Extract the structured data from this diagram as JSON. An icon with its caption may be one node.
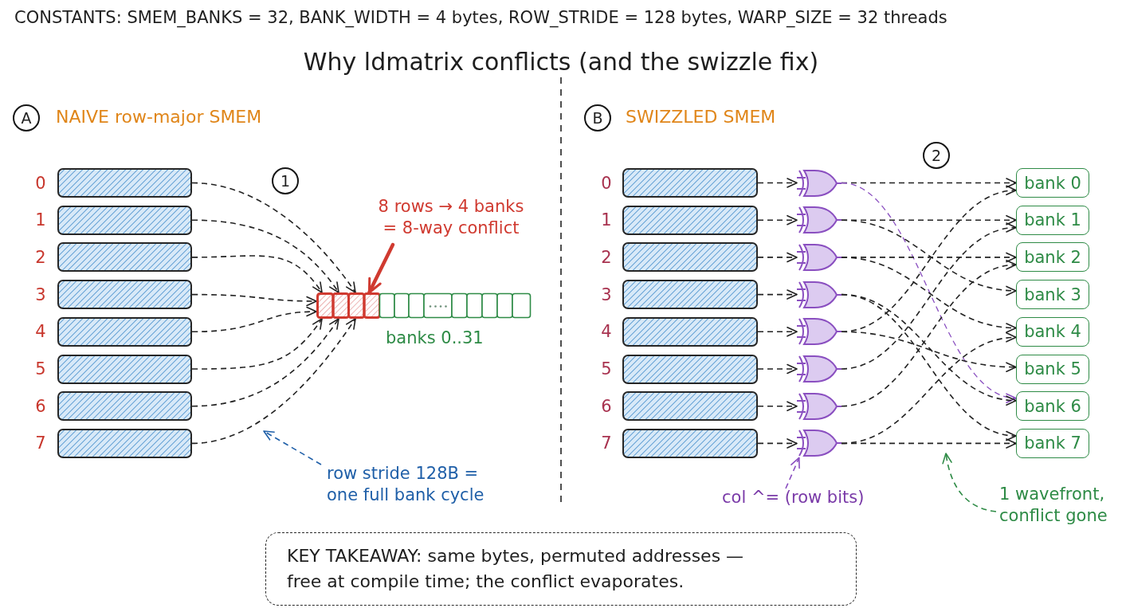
{
  "diagram": {
    "title": "Why ldmatrix conflicts (and the swizzle fix)",
    "nodes": [
      {
        "text": [
          "A"
        ]
      },
      {
        "text": [],
        "shape": "box",
        "beside": [
          "0"
        ]
      },
      {
        "text": [],
        "shape": "box",
        "beside": [
          "1"
        ]
      },
      {
        "text": [],
        "shape": "box",
        "beside": [
          "2"
        ]
      },
      {
        "text": [],
        "shape": "box",
        "beside": [
          "3"
        ]
      },
      {
        "text": [],
        "shape": "box",
        "beside": [
          "4"
        ]
      },
      {
        "text": [],
        "shape": "box",
        "beside": [
          "5"
        ]
      },
      {
        "text": [],
        "shape": "box",
        "beside": [
          "6"
        ]
      },
      {
        "text": [],
        "shape": "box",
        "beside": [
          "7"
        ]
      },
      {
        "text": [
          "1"
        ]
      },
      {
        "text": [
          "8 rows → 4 banks = 8-way conflict"
        ]
      },
      {
        "text": [],
        "shape": "bar",
        "beside": [
          "banks 0..31"
        ]
      },
      {
        "text": [
          "row stride 128B = one full bank cycle"
        ]
      },
      {
        "text": [
          "B"
        ]
      },
      {
        "text": [],
        "shape": "box",
        "beside": [
          "0"
        ]
      },
      {
        "text": [],
        "shape": "box",
        "beside": [
          "1"
        ]
      },
      {
        "text": [],
        "shape": "box",
        "beside": [
          "2"
        ]
      },
      {
        "text": [],
        "shape": "box",
        "beside": [
          "3"
        ]
      },
      {
        "text": [],
        "shape": "box",
        "beside": [
          "4"
        ]
      },
      {
        "text": [],
        "shape": "box",
        "beside": [
          "5"
        ]
      },
      {
        "text": [],
        "shape": "box",
        "beside": [
          "6"
        ]
      },
      {
        "text": [],
        "shape": "box",
        "beside": [
          "7"
        ]
      },
      {
        "text": [
          "2"
        ]
      },
      {
        "text": [],
        "shape": "gate"
      },
      {
        "text": [],
        "shape": "gate"
      },
      {
        "text": [],
        "shape": "gate"
      },
      {
        "text": [],
        "shape": "gate"
      },
      {
        "text": [],
        "shape": "gate"
      },
      {
        "text": [],
        "shape": "gate"
      },
      {
        "text": [],
        "shape": "gate"
      },
      {
        "text": [],
        "shape": "gate"
      },
      {
        "text": [
          "bank 0"
        ]
      },
      {
        "text": [
          "bank 1"
        ]
      },
      {
        "text": [
          "bank 2"
        ]
      },
      {
        "text": [
          "bank 3"
        ]
      },
      {
        "text": [
          "bank 4"
        ]
      },
      {
        "text": [
          "bank 5"
        ]
      },
      {
        "text": [
          "bank 6"
        ]
      },
      {
        "text": [
          "bank 7"
        ]
      },
      {
        "text": [
          "col ^= (row bits)"
        ]
      },
      {
        "text": [
          "1 wavefront, conflict gone"
        ]
      },
      {
        "text": [
          "KEY TAKEAWAY: same bytes, permuted addresses — free at compile time; the conflict evaporates."
        ]
      }
    ],
    "edges": [
      {
        "from": 1,
        "to": 11,
        "arrow": "to",
        "style": "dashed"
      },
      {
        "from": 2,
        "to": 11,
        "arrow": "to",
        "style": "dashed"
      },
      {
        "from": 3,
        "to": 11,
        "arrow": "to",
        "style": "dashed"
      },
      {
        "from": 4,
        "to": 11,
        "arrow": "to",
        "style": "dashed"
      },
      {
        "from": 5,
        "to": 11,
        "arrow": "to",
        "style": "dashed"
      },
      {
        "from": 6,
        "to": 11,
        "arrow": "to",
        "style": "dashed"
      },
      {
        "from": 7,
        "to": 11,
        "arrow": "to",
        "style": "dashed"
      },
      {
        "from": 8,
        "to": 11,
        "arrow": "to",
        "style": "dashed"
      },
      {
        "from": 10,
        "to": 11,
        "arrow": "to",
        "style": "thick",
        "color": "#d03a30"
      },
      {
        "from": 12,
        "to": null,
        "arrow": "to",
        "style": "dashed",
        "color": "#1f5fa8"
      },
      {
        "from": 14,
        "to": 23,
        "arrow": "to",
        "style": "dashed"
      },
      {
        "from": 15,
        "to": 24,
        "arrow": "to",
        "style": "dashed"
      },
      {
        "from": 16,
        "to": 25,
        "arrow": "to",
        "style": "dashed"
      },
      {
        "from": 17,
        "to": 26,
        "arrow": "to",
        "style": "dashed"
      },
      {
        "from": 18,
        "to": 27,
        "arrow": "to",
        "style": "dashed"
      },
      {
        "from": 19,
        "to": 28,
        "arrow": "to",
        "style": "dashed"
      },
      {
        "from": 20,
        "to": 29,
        "arrow": "to",
        "style": "dashed"
      },
      {
        "from": 21,
        "to": 30,
        "arrow": "to",
        "style": "dashed"
      },
      {
        "from": 23,
        "to": 31,
        "arrow": "to",
        "style": "dashed"
      },
      {
        "from": 23,
        "to": 37,
        "arrow": "to",
        "style": "dashed",
        "color": "#8a4fc0"
      },
      {
        "from": 24,
        "to": 32,
        "arrow": "to",
        "style": "dashed"
      },
      {
        "from": 24,
        "to": 34,
        "arrow": "to",
        "style": "dashed"
      },
      {
        "from": 25,
        "to": 33,
        "arrow": "to",
        "style": "dashed"
      },
      {
        "from": 25,
        "to": 35,
        "arrow": "to",
        "style": "dashed"
      },
      {
        "from": 26,
        "to": 37,
        "arrow": "to",
        "style": "dashed"
      },
      {
        "from": 26,
        "to": 38,
        "arrow": "to",
        "style": "dashed"
      },
      {
        "from": 27,
        "to": 31,
        "arrow": "to",
        "style": "dashed"
      },
      {
        "from": 27,
        "to": 36,
        "arrow": "to",
        "style": "dashed"
      },
      {
        "from": 28,
        "to": 32,
        "arrow": "to",
        "style": "dashed"
      },
      {
        "from": 29,
        "to": 33,
        "arrow": "to",
        "style": "dashed"
      },
      {
        "from": 30,
        "to": 38,
        "arrow": "to",
        "style": "dashed"
      },
      {
        "from": 30,
        "to": 35,
        "arrow": "to",
        "style": "dashed"
      },
      {
        "from": 39,
        "to": 30,
        "arrow": "to",
        "style": "dashed",
        "color": "#8a4fc0"
      },
      {
        "from": 40,
        "to": null,
        "arrow": "to",
        "style": "dashed",
        "color": "#2e8b46"
      }
    ],
    "labels": [
      "CONSTANTS: SMEM_BANKS = 32, BANK_WIDTH = 4 bytes, ROW_STRIDE = 128 bytes, WARP_SIZE = 32 threads",
      "NAIVE row-major SMEM",
      "SWIZZLED SMEM"
    ]
  }
}
